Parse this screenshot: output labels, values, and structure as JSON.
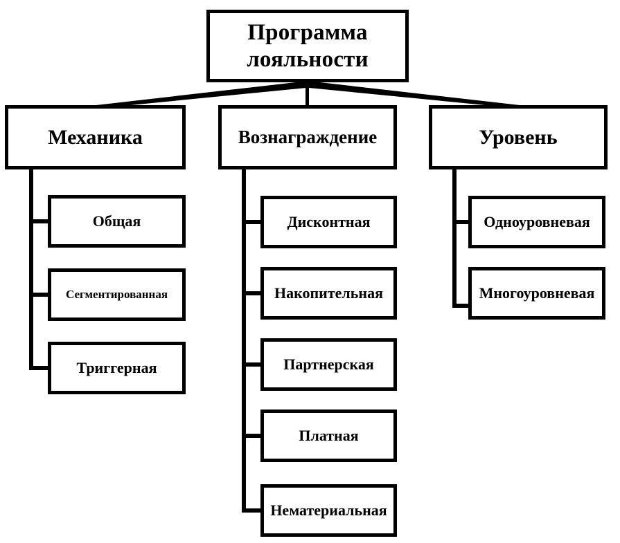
{
  "diagram": {
    "title": "Программа лояльности",
    "type": "hierarchy-tree",
    "orientation": "top-down",
    "colors": {
      "background": "#ffffff",
      "box_border": "#000000",
      "box_fill": "#ffffff",
      "text": "#000000",
      "connector": "#000000"
    },
    "root": {
      "label": "Программа лояльности",
      "line1": "Программа",
      "line2": "лояльности"
    },
    "branches": [
      {
        "label": "Механика",
        "children": [
          {
            "label": "Общая"
          },
          {
            "label": "Сегментированная"
          },
          {
            "label": "Триггерная"
          }
        ]
      },
      {
        "label": "Вознаграждение",
        "children": [
          {
            "label": "Дисконтная"
          },
          {
            "label": "Накопительная"
          },
          {
            "label": "Партнерская"
          },
          {
            "label": "Платная"
          },
          {
            "label": "Нематериальная"
          }
        ]
      },
      {
        "label": "Уровень",
        "children": [
          {
            "label": "Одноуровневая"
          },
          {
            "label": "Многоуровневая"
          }
        ]
      }
    ]
  }
}
